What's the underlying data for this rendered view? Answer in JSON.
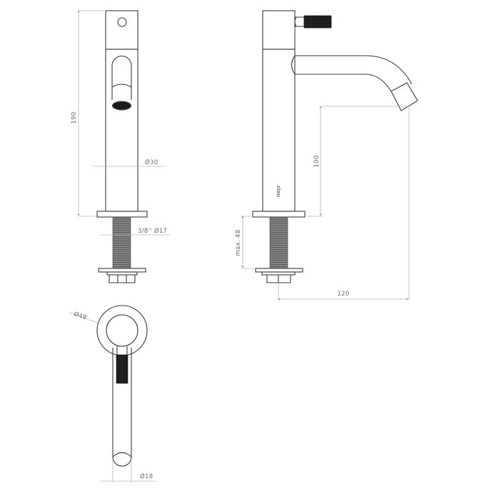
{
  "drawing": {
    "views": [
      "front-view",
      "side-view",
      "top-view"
    ],
    "logo": "clou",
    "dimensions": {
      "height_total": "190",
      "body_diameter": "Ø30",
      "thread": "3/8''  Ø17",
      "spout_height": "100",
      "max_mount_thickness": "max. 48",
      "spout_reach": "120",
      "base_diameter": "Ø48",
      "spout_diameter": "Ø18"
    },
    "colors": {
      "outline": "#3a3a3a",
      "dimension": "#b8b8b8",
      "knurl": "#1c1c1c",
      "thread": "#6d6d6d"
    }
  }
}
